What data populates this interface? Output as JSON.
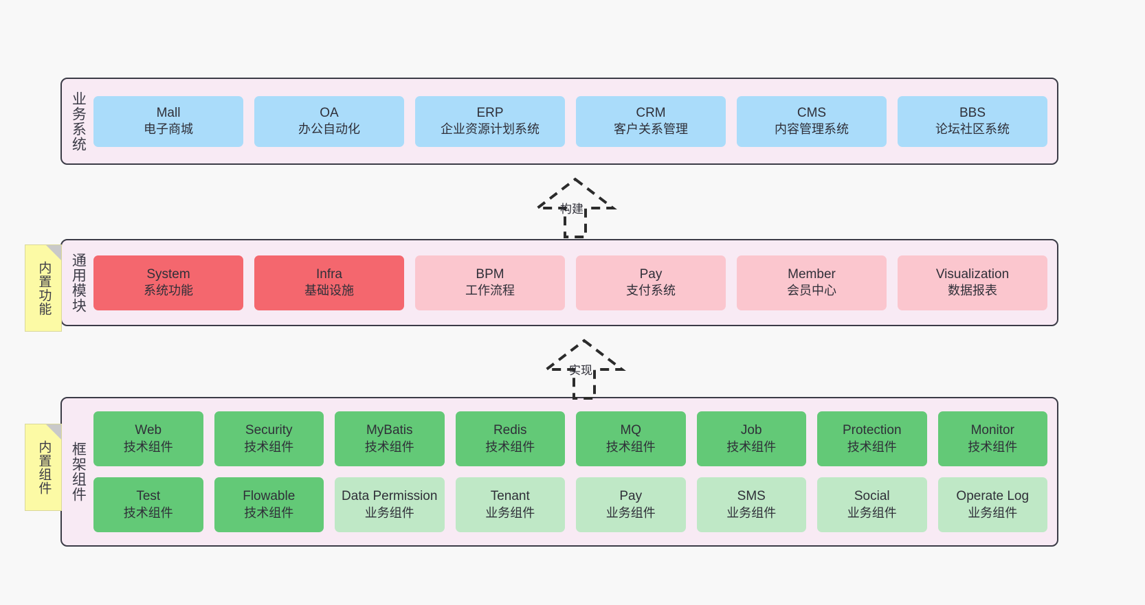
{
  "diagram": {
    "background_color": "#f8f8f8",
    "panel_color": "#f8eaf4",
    "panel_border_color": "#3b3b46",
    "note_color": "#fcfaa5"
  },
  "notes": [
    {
      "id": "builtin-func",
      "label": "内置功能"
    },
    {
      "id": "builtin-comp",
      "label": "内置组件"
    }
  ],
  "connectors": [
    {
      "id": "build",
      "label": "构建",
      "style": "dashed-generalization"
    },
    {
      "id": "impl",
      "label": "实现",
      "style": "dashed-generalization"
    }
  ],
  "layers": [
    {
      "id": "business",
      "title": "业务系统",
      "accent": "#aadcfa",
      "rows": [
        {
          "nodes": [
            {
              "en": "Mall",
              "cn": "电子商城",
              "color": "#aadcfa"
            },
            {
              "en": "OA",
              "cn": "办公自动化",
              "color": "#aadcfa"
            },
            {
              "en": "ERP",
              "cn": "企业资源计划系统",
              "color": "#aadcfa"
            },
            {
              "en": "CRM",
              "cn": "客户关系管理",
              "color": "#aadcfa"
            },
            {
              "en": "CMS",
              "cn": "内容管理系统",
              "color": "#aadcfa"
            },
            {
              "en": "BBS",
              "cn": "论坛社区系统",
              "color": "#aadcfa"
            }
          ]
        }
      ]
    },
    {
      "id": "common",
      "title": "通用模块",
      "accent": "#f4676e",
      "rows": [
        {
          "nodes": [
            {
              "en": "System",
              "cn": "系统功能",
              "color": "#f4676e"
            },
            {
              "en": "Infra",
              "cn": "基础设施",
              "color": "#f4676e"
            },
            {
              "en": "BPM",
              "cn": "工作流程",
              "color": "#fbc6ce"
            },
            {
              "en": "Pay",
              "cn": "支付系统",
              "color": "#fbc6ce"
            },
            {
              "en": "Member",
              "cn": "会员中心",
              "color": "#fbc6ce"
            },
            {
              "en": "Visualization",
              "cn": "数据报表",
              "color": "#fbc6ce"
            }
          ]
        }
      ]
    },
    {
      "id": "framework",
      "title": "框架组件",
      "accent": "#63c977",
      "rows": [
        {
          "nodes": [
            {
              "en": "Web",
              "cn": "技术组件",
              "color": "#63c977"
            },
            {
              "en": "Security",
              "cn": "技术组件",
              "color": "#63c977"
            },
            {
              "en": "MyBatis",
              "cn": "技术组件",
              "color": "#63c977"
            },
            {
              "en": "Redis",
              "cn": "技术组件",
              "color": "#63c977"
            },
            {
              "en": "MQ",
              "cn": "技术组件",
              "color": "#63c977"
            },
            {
              "en": "Job",
              "cn": "技术组件",
              "color": "#63c977"
            },
            {
              "en": "Protection",
              "cn": "技术组件",
              "color": "#63c977"
            },
            {
              "en": "Monitor",
              "cn": "技术组件",
              "color": "#63c977"
            }
          ]
        },
        {
          "nodes": [
            {
              "en": "Test",
              "cn": "技术组件",
              "color": "#63c977"
            },
            {
              "en": "Flowable",
              "cn": "技术组件",
              "color": "#63c977"
            },
            {
              "en": "Data Permission",
              "cn": "业务组件",
              "color": "#bfe8c6"
            },
            {
              "en": "Tenant",
              "cn": "业务组件",
              "color": "#bfe8c6"
            },
            {
              "en": "Pay",
              "cn": "业务组件",
              "color": "#bfe8c6"
            },
            {
              "en": "SMS",
              "cn": "业务组件",
              "color": "#bfe8c6"
            },
            {
              "en": "Social",
              "cn": "业务组件",
              "color": "#bfe8c6"
            },
            {
              "en": "Operate Log",
              "cn": "业务组件",
              "color": "#bfe8c6"
            }
          ]
        }
      ]
    }
  ]
}
